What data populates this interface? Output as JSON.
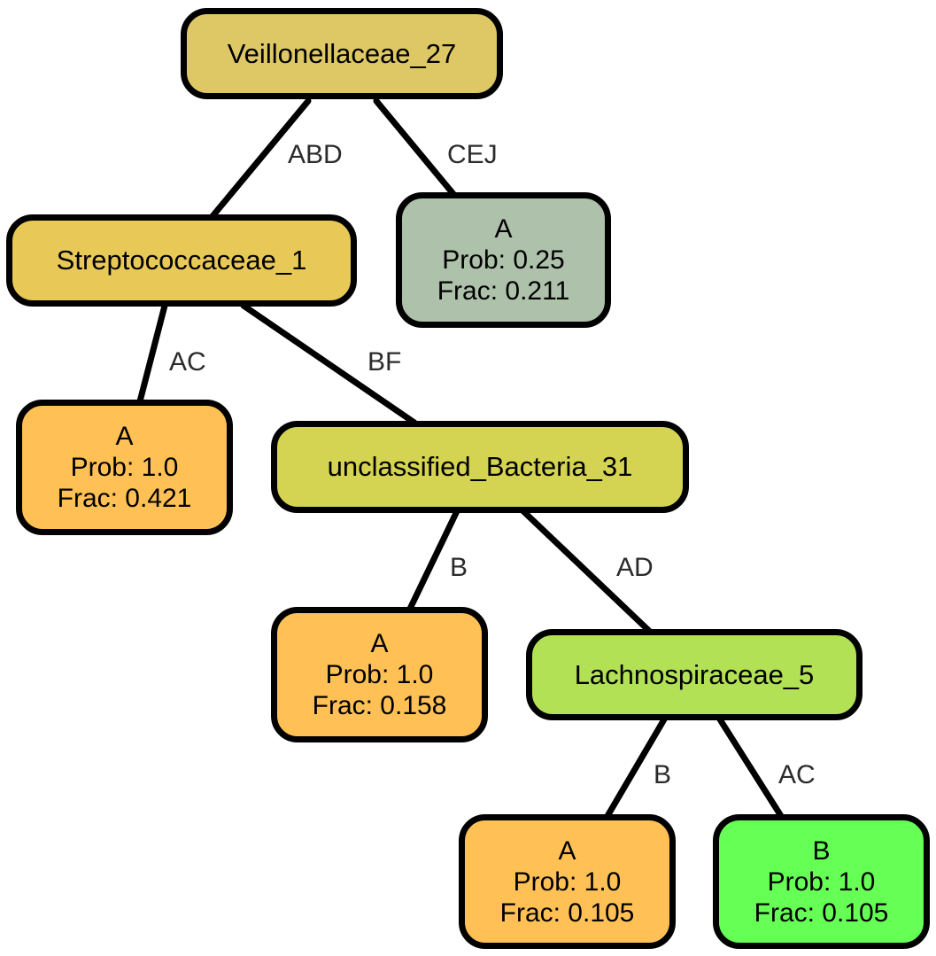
{
  "nodes": {
    "veillonellaceae": {
      "name": "Veillonellaceae_27",
      "color": "#DEC866"
    },
    "streptococcaceae": {
      "name": "Streptococcaceae_1",
      "color": "#E8C957"
    },
    "leaf_cej": {
      "class": "A",
      "prob": "Prob: 0.25",
      "frac": "Frac: 0.211",
      "color": "#AEC2AB"
    },
    "leaf_ac1": {
      "class": "A",
      "prob": "Prob: 1.0",
      "frac": "Frac: 0.421",
      "color": "#FFC155"
    },
    "unclassified": {
      "name": "unclassified_Bacteria_31",
      "color": "#D4D352"
    },
    "leaf_b1": {
      "class": "A",
      "prob": "Prob: 1.0",
      "frac": "Frac: 0.158",
      "color": "#FFC155"
    },
    "lachnospiraceae": {
      "name": "Lachnospiraceae_5",
      "color": "#B2E155"
    },
    "leaf_b2": {
      "class": "A",
      "prob": "Prob: 1.0",
      "frac": "Frac: 0.105",
      "color": "#FFC155"
    },
    "leaf_ac2": {
      "class": "B",
      "prob": "Prob: 1.0",
      "frac": "Frac: 0.105",
      "color": "#66FF55"
    }
  },
  "edges": {
    "abd": "ABD",
    "cej": "CEJ",
    "ac1": "AC",
    "bf": "BF",
    "b1": "B",
    "ad": "AD",
    "b2": "B",
    "ac2": "AC"
  }
}
